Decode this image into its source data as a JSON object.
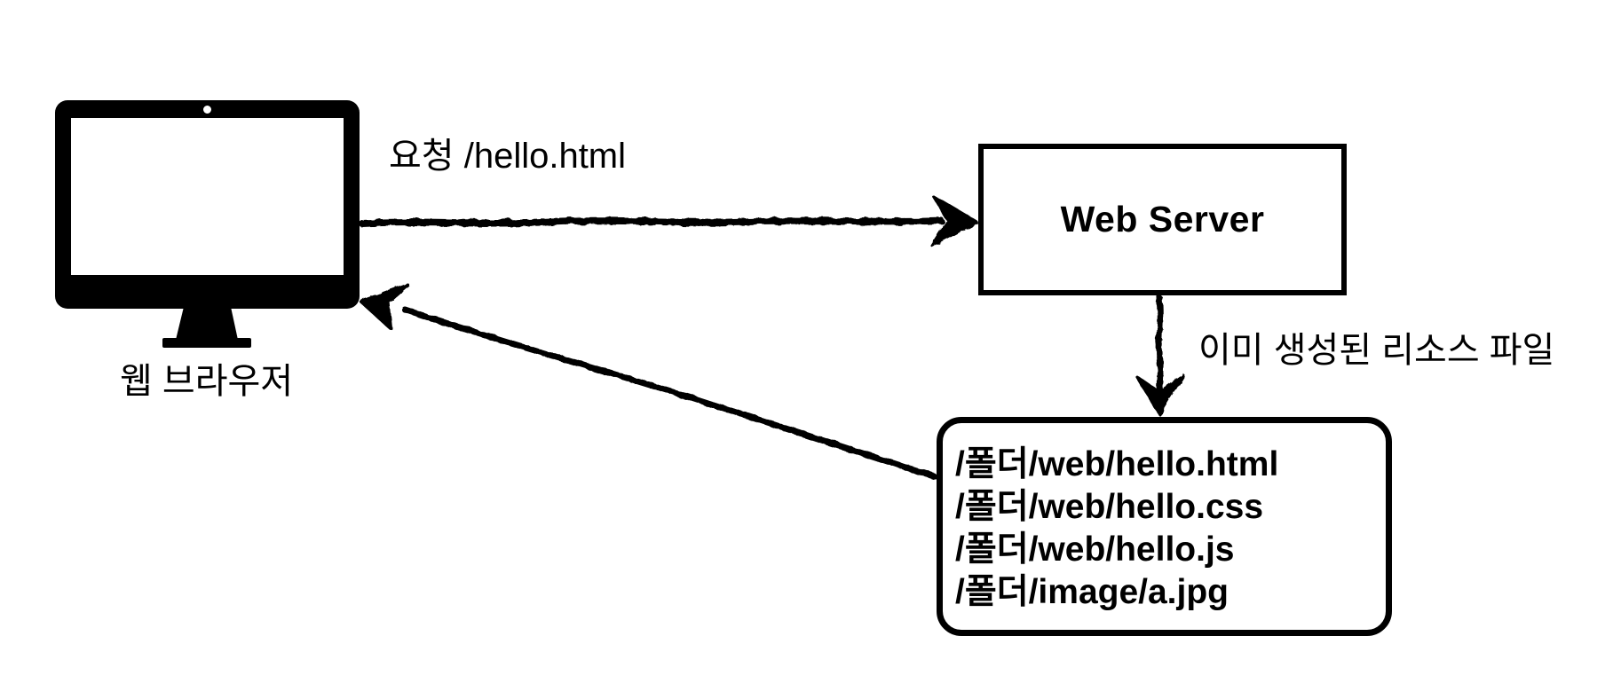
{
  "diagram": {
    "browser": {
      "label": "웹 브라우저",
      "icon": "desktop-monitor-icon"
    },
    "request_arrow": {
      "label": "요청 /hello.html",
      "direction": "browser-to-server"
    },
    "server": {
      "label": "Web Server"
    },
    "resource_arrow": {
      "label": "이미 생성된 리소스 파일",
      "direction": "server-to-files"
    },
    "response_arrow": {
      "direction": "files-to-browser"
    },
    "file_box": {
      "files": [
        "/폴더/web/hello.html",
        "/폴더/web/hello.css",
        "/폴더/web/hello.js",
        "/폴더/image/a.jpg"
      ]
    },
    "colors": {
      "ink": "#000000",
      "background": "#ffffff"
    }
  }
}
